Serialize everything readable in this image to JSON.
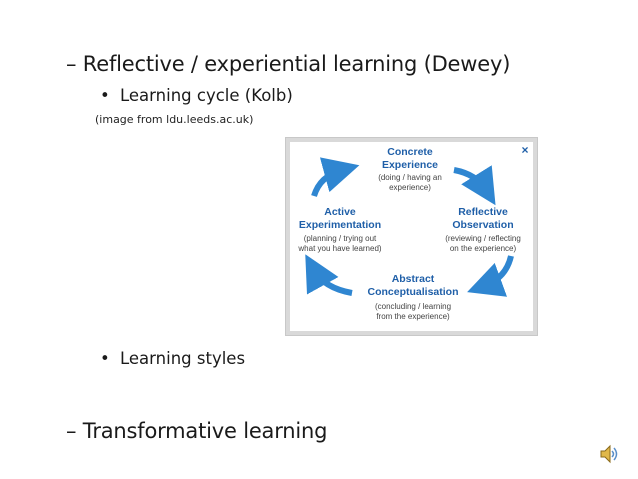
{
  "bullets": {
    "reflective": "– Reflective / experiential learning (Dewey)",
    "learning_cycle": "Learning cycle (Kolb)",
    "image_credit": "(image from ldu.leeds.ac.uk)",
    "learning_styles": "Learning styles",
    "transformative": "– Transformative learning",
    "bullet_glyph": "•"
  },
  "figure": {
    "close_glyph": "×",
    "concrete": {
      "title1": "Concrete",
      "title2": "Experience",
      "desc1": "(doing / having an",
      "desc2": "experience)"
    },
    "reflective": {
      "title1": "Reflective",
      "title2": "Observation",
      "desc1": "(reviewing / reflecting",
      "desc2": "on the experience)"
    },
    "abstract": {
      "title1": "Abstract",
      "title2": "Conceptualisation",
      "desc1": "(concluding / learning",
      "desc2": "from the experience)"
    },
    "active": {
      "title1": "Active",
      "title2": "Experimentation",
      "desc1": "(planning / trying out",
      "desc2": "what you have learned)"
    },
    "title_color": "#1f5fa8",
    "arrow_color": "#2f86d1"
  },
  "icons": {
    "audio": "speaker-icon"
  }
}
